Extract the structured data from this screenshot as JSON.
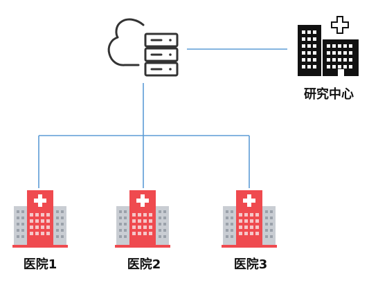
{
  "nodes": {
    "cloud_server": {
      "icon": "cloud-server-icon"
    },
    "research_center": {
      "label": "研究中心",
      "icon": "research-building-icon"
    },
    "hospitals": [
      {
        "label": "医院1",
        "icon": "hospital-icon"
      },
      {
        "label": "医院2",
        "icon": "hospital-icon"
      },
      {
        "label": "医院3",
        "icon": "hospital-icon"
      }
    ]
  },
  "colors": {
    "connector": "#5b9bd5",
    "icon_outline": "#333333",
    "hospital_red": "#ef4a4f",
    "hospital_gray": "#c9cdd3",
    "hospital_window": "#f6c6c8",
    "research_black": "#111111"
  }
}
